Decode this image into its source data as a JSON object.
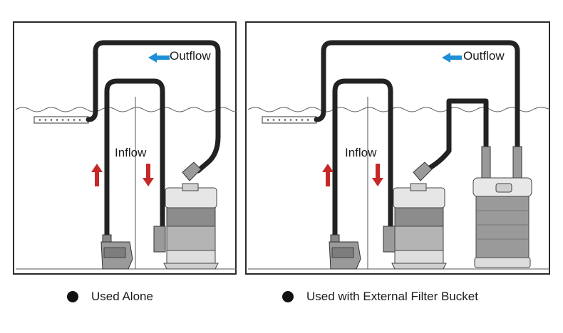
{
  "panels": [
    {
      "outflow_label": "Outflow",
      "inflow_label": "Inflow",
      "caption": "Used Alone"
    },
    {
      "outflow_label": "Outflow",
      "inflow_label": "Inflow",
      "caption": "Used with External Filter Bucket"
    }
  ],
  "colors": {
    "outflow_arrow": "#1f8fd6",
    "flow_arrow": "#c62828",
    "tube": "#222222",
    "frame": "#2b2b2b"
  },
  "icons": [
    "outflow-arrow-icon",
    "up-arrow-icon",
    "down-arrow-icon",
    "bullet-icon"
  ]
}
